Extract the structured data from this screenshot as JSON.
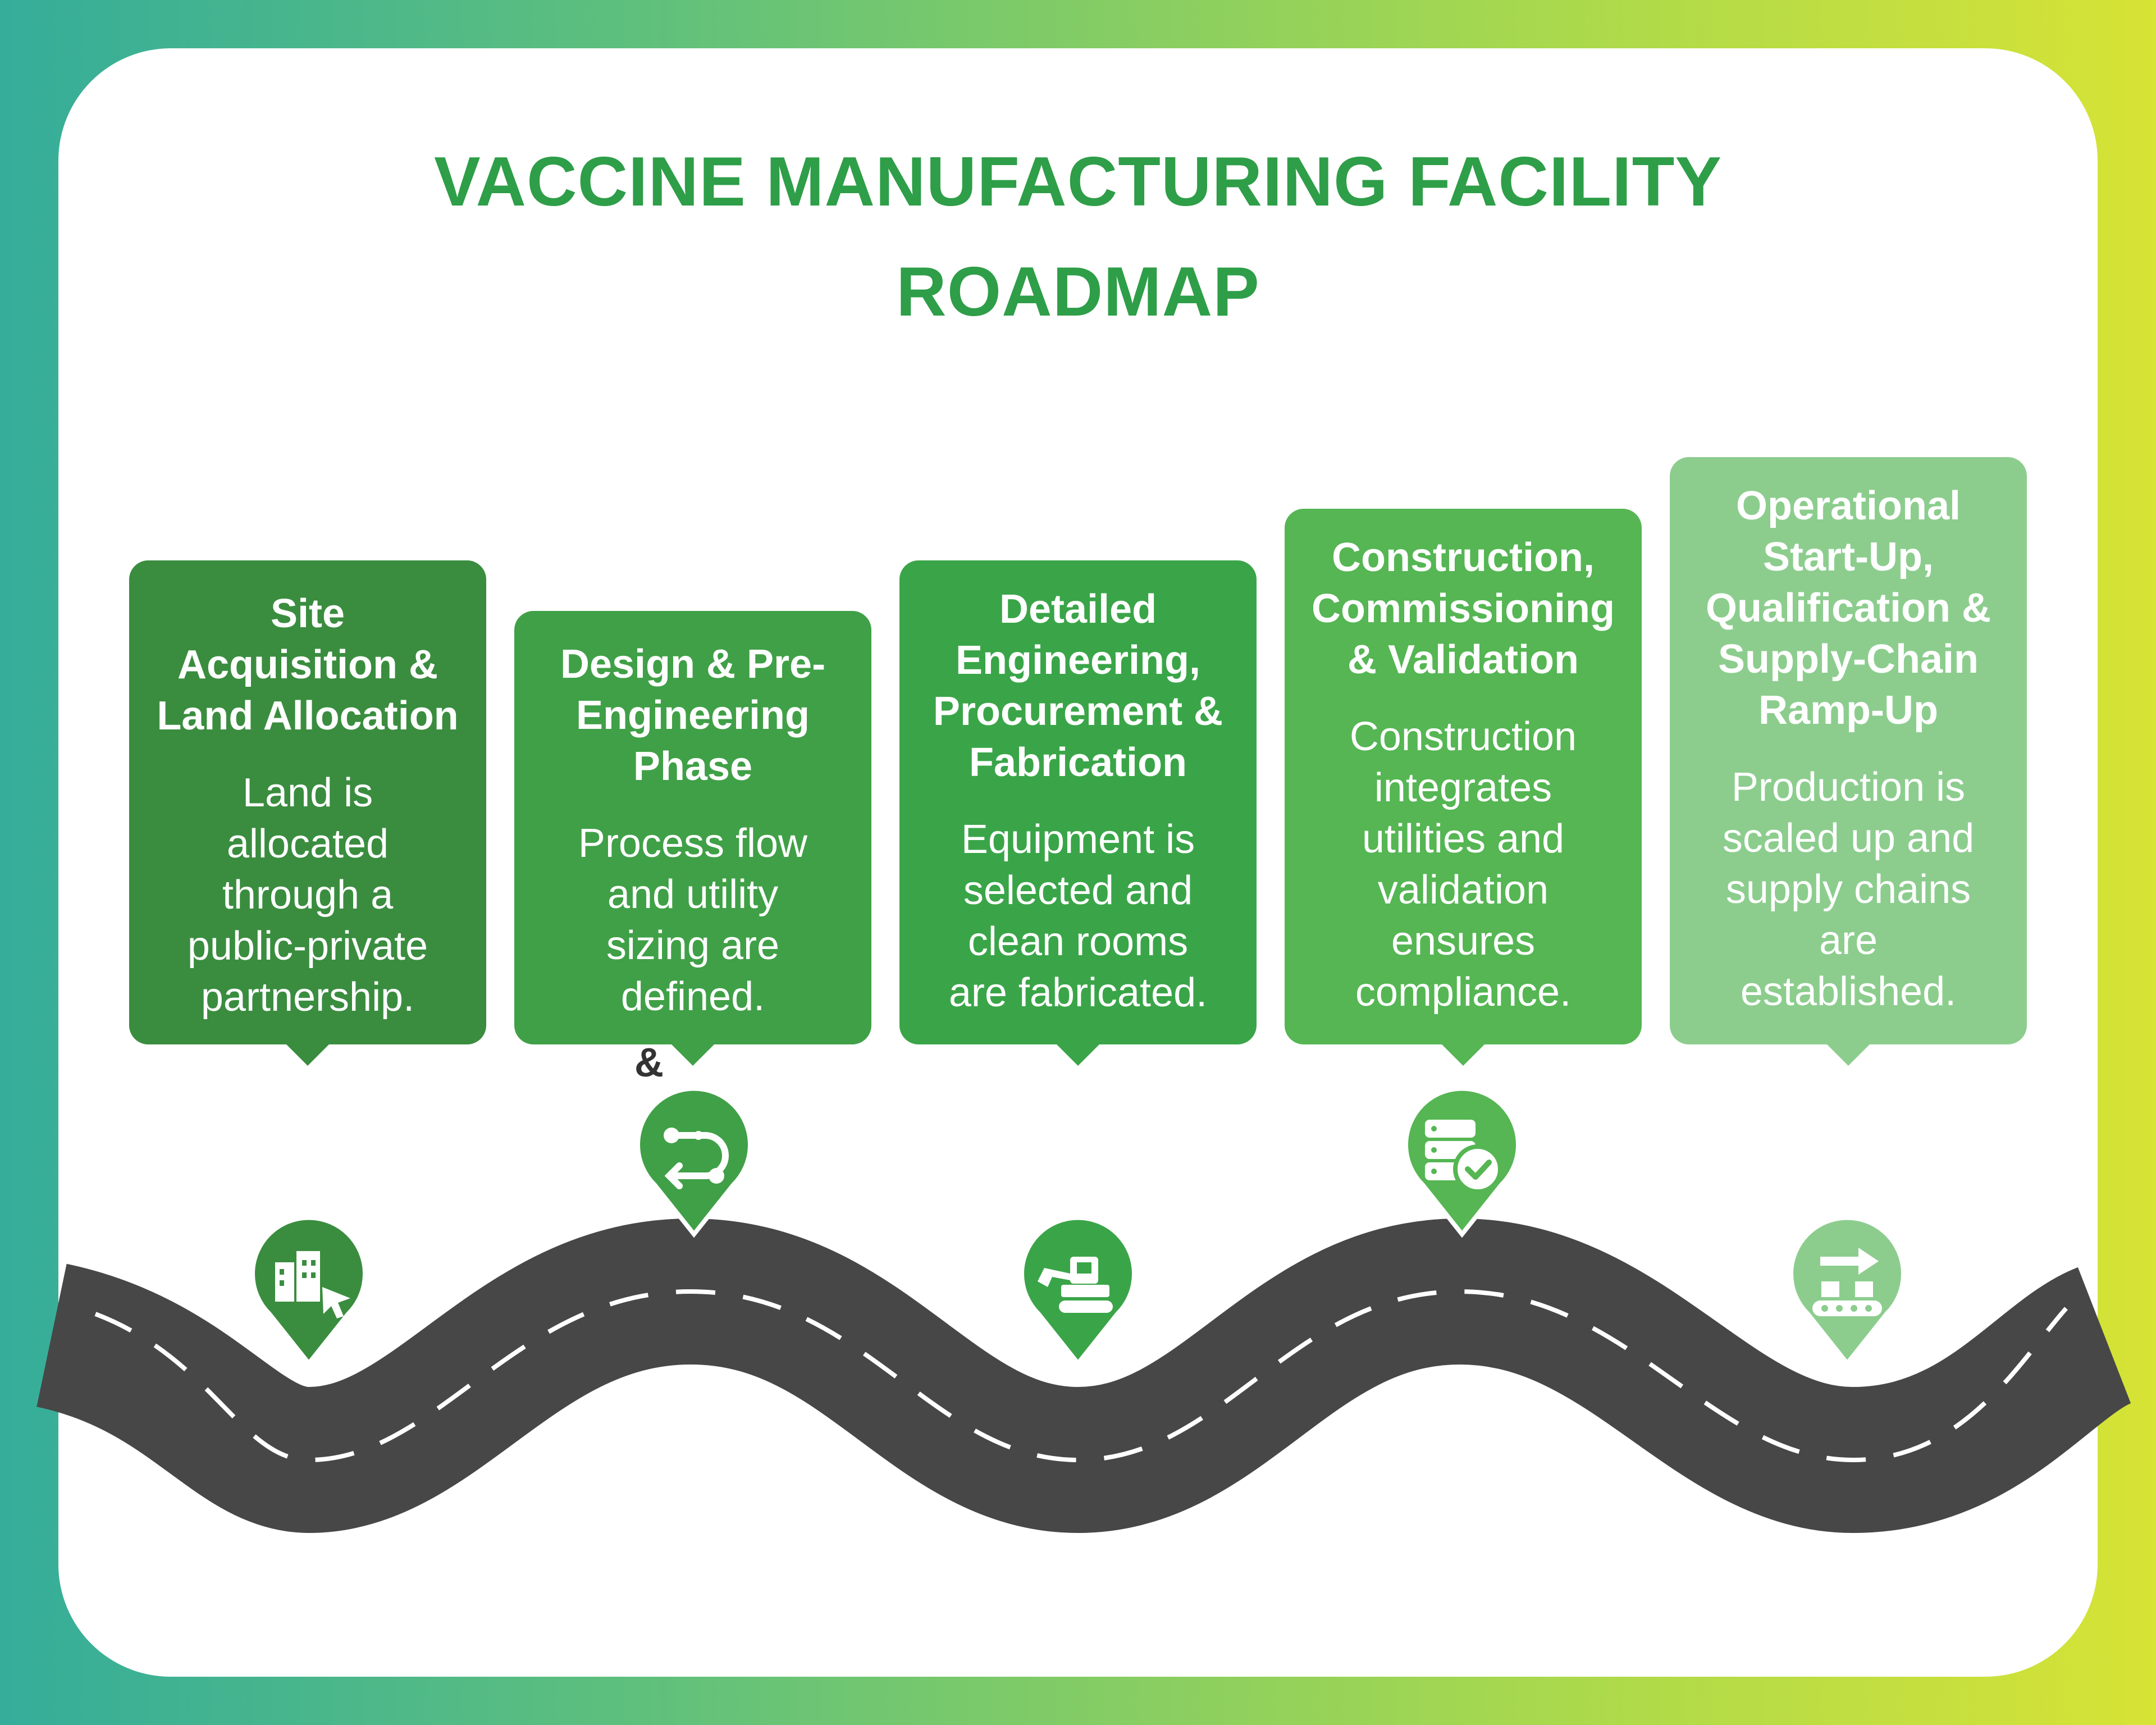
{
  "title": {
    "line1": "VACCINE MANUFACTURING FACILITY",
    "line2": "ROADMAP"
  },
  "stray_text": "&",
  "colors": {
    "title": "#2e9e48",
    "road": "#474747",
    "stage1": "#3a8d3f",
    "stage2": "#40a047",
    "stage3": "#3aa548",
    "stage4": "#55b653",
    "stage5": "#8ccd8e"
  },
  "stages": [
    {
      "heading": [
        "Site",
        "Acquisition &",
        "Land Allocation"
      ],
      "description": [
        "Land is",
        "allocated",
        "through a",
        "public-private",
        "partnership."
      ],
      "icon": "building-cursor-icon"
    },
    {
      "heading": [
        "Design & Pre-",
        "Engineering",
        "Phase"
      ],
      "description": [
        "Process flow",
        "and utility",
        "sizing are",
        "defined."
      ],
      "icon": "process-flow-icon"
    },
    {
      "heading": [
        "Detailed",
        "Engineering,",
        "Procurement &",
        "Fabrication"
      ],
      "description": [
        "Equipment is",
        "selected and",
        "clean rooms",
        "are fabricated."
      ],
      "icon": "excavator-icon"
    },
    {
      "heading": [
        "Construction,",
        "Commissioning",
        "& Validation"
      ],
      "description": [
        "Construction",
        "integrates",
        "utilities and",
        "validation",
        "ensures",
        "compliance."
      ],
      "icon": "server-check-icon"
    },
    {
      "heading": [
        "Operational",
        "Start-Up,",
        "Qualification &",
        "Supply-Chain",
        "Ramp-Up"
      ],
      "description": [
        "Production is",
        "scaled up and",
        "supply chains",
        "are",
        "established."
      ],
      "icon": "conveyor-arrow-icon"
    }
  ]
}
